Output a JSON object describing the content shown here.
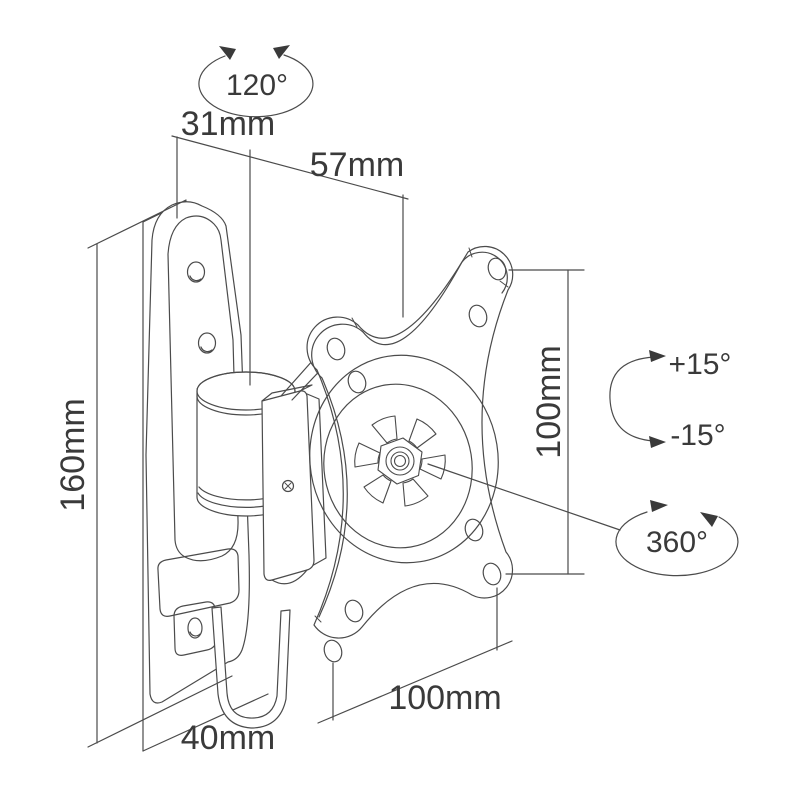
{
  "labels": {
    "rotation_top": "120°",
    "bracket_depth": "31mm",
    "arm_depth": "57mm",
    "bracket_height": "160mm",
    "vesa_vertical": "100mm",
    "tilt_up": "+15°",
    "tilt_down": "-15°",
    "swivel": "360°",
    "vesa_horizontal": "100mm",
    "hook_depth": "40mm"
  },
  "colors": {
    "line": "#4b4b4b",
    "text": "#3a3a3a",
    "background": "#ffffff"
  }
}
